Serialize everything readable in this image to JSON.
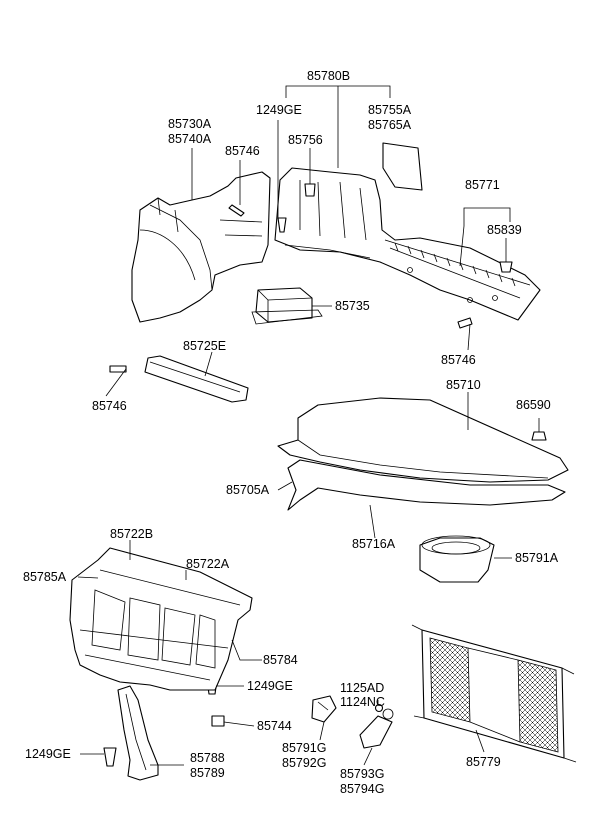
{
  "labels": {
    "p85780B": "85780B",
    "p1249GE_top": "1249GE",
    "p85755A": "85755A",
    "p85765A": "85765A",
    "p85730A": "85730A",
    "p85740A": "85740A",
    "p85746_a": "85746",
    "p85756": "85756",
    "p85771": "85771",
    "p85839": "85839",
    "p85735": "85735",
    "p85746_b": "85746",
    "p85725E": "85725E",
    "p85746_c": "85746",
    "p85710": "85710",
    "p86590": "86590",
    "p85705A": "85705A",
    "p85716A": "85716A",
    "p85791A": "85791A",
    "p85722B": "85722B",
    "p85785A": "85785A",
    "p85722A": "85722A",
    "p85784": "85784",
    "p1249GE_mid": "1249GE",
    "p85744": "85744",
    "p1125AD": "1125AD",
    "p1124NC": "1124NC",
    "p1249GE_low": "1249GE",
    "p85788": "85788",
    "p85789": "85789",
    "p85791G": "85791G",
    "p85792G": "85792G",
    "p85793G": "85793G",
    "p85794G": "85794G",
    "p85779": "85779"
  }
}
